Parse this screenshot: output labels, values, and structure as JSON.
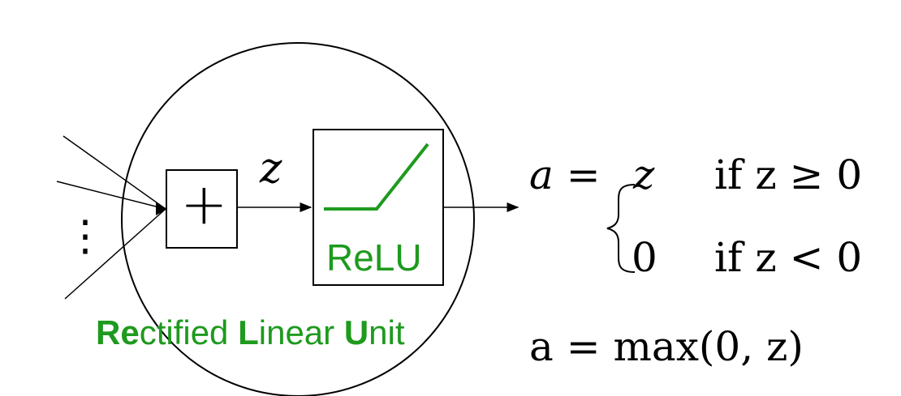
{
  "diagram": {
    "latent_label": "z",
    "plus_symbol": "+",
    "dots": "⋮",
    "relu_box_label": "ReLU",
    "unit_name": {
      "re_bold": "Re",
      "ctified": "ctified ",
      "l_bold": "L",
      "inear": "inear ",
      "u_bold": "U",
      "nit": "nit"
    },
    "equation": {
      "lhs": "a =",
      "case1_value": "z",
      "case1_cond": "if z ≥ 0",
      "case2_value": "0",
      "case2_cond": "if z < 0",
      "max_formula": "a = max(0, z)"
    },
    "colors": {
      "accent": "#1e9a1e",
      "stroke": "#000000"
    }
  }
}
